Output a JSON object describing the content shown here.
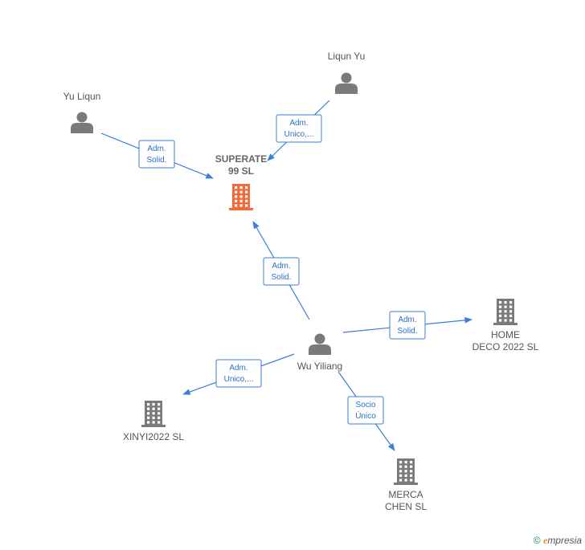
{
  "colors": {
    "edge": "#3a7fd5",
    "person": "#7a7a7a",
    "company": "#7a7a7a",
    "main_company": "#f26a3a",
    "label": "#555555"
  },
  "nodes": [
    {
      "id": "liqun-yu",
      "type": "person",
      "label_lines": [
        "Liqun Yu"
      ]
    },
    {
      "id": "yu-liqun",
      "type": "person",
      "label_lines": [
        "Yu Liqun"
      ]
    },
    {
      "id": "superate",
      "type": "main-company",
      "label_lines": [
        "SUPERATE",
        "99  SL"
      ]
    },
    {
      "id": "wu-yiliang",
      "type": "person",
      "label_lines": [
        "Wu Yiliang"
      ]
    },
    {
      "id": "home-deco",
      "type": "company",
      "label_lines": [
        "HOME",
        "DECO 2022  SL"
      ]
    },
    {
      "id": "xinyi",
      "type": "company",
      "label_lines": [
        "XINYI2022  SL"
      ]
    },
    {
      "id": "merca-chen",
      "type": "company",
      "label_lines": [
        "MERCA",
        "CHEN  SL"
      ]
    }
  ],
  "edges": [
    {
      "from": "liqun-yu",
      "to": "superate",
      "label_lines": [
        "Adm.",
        "Unico,..."
      ]
    },
    {
      "from": "yu-liqun",
      "to": "superate",
      "label_lines": [
        "Adm.",
        "Solid."
      ]
    },
    {
      "from": "wu-yiliang",
      "to": "superate",
      "label_lines": [
        "Adm.",
        "Solid."
      ]
    },
    {
      "from": "wu-yiliang",
      "to": "home-deco",
      "label_lines": [
        "Adm.",
        "Solid."
      ]
    },
    {
      "from": "wu-yiliang",
      "to": "xinyi",
      "label_lines": [
        "Adm.",
        "Unico,..."
      ]
    },
    {
      "from": "wu-yiliang",
      "to": "merca-chen",
      "label_lines": [
        "Socio",
        "Único"
      ]
    }
  ],
  "footer": {
    "copyright_symbol": "©",
    "brand_e": "e",
    "brand_rest": "mpresia"
  }
}
